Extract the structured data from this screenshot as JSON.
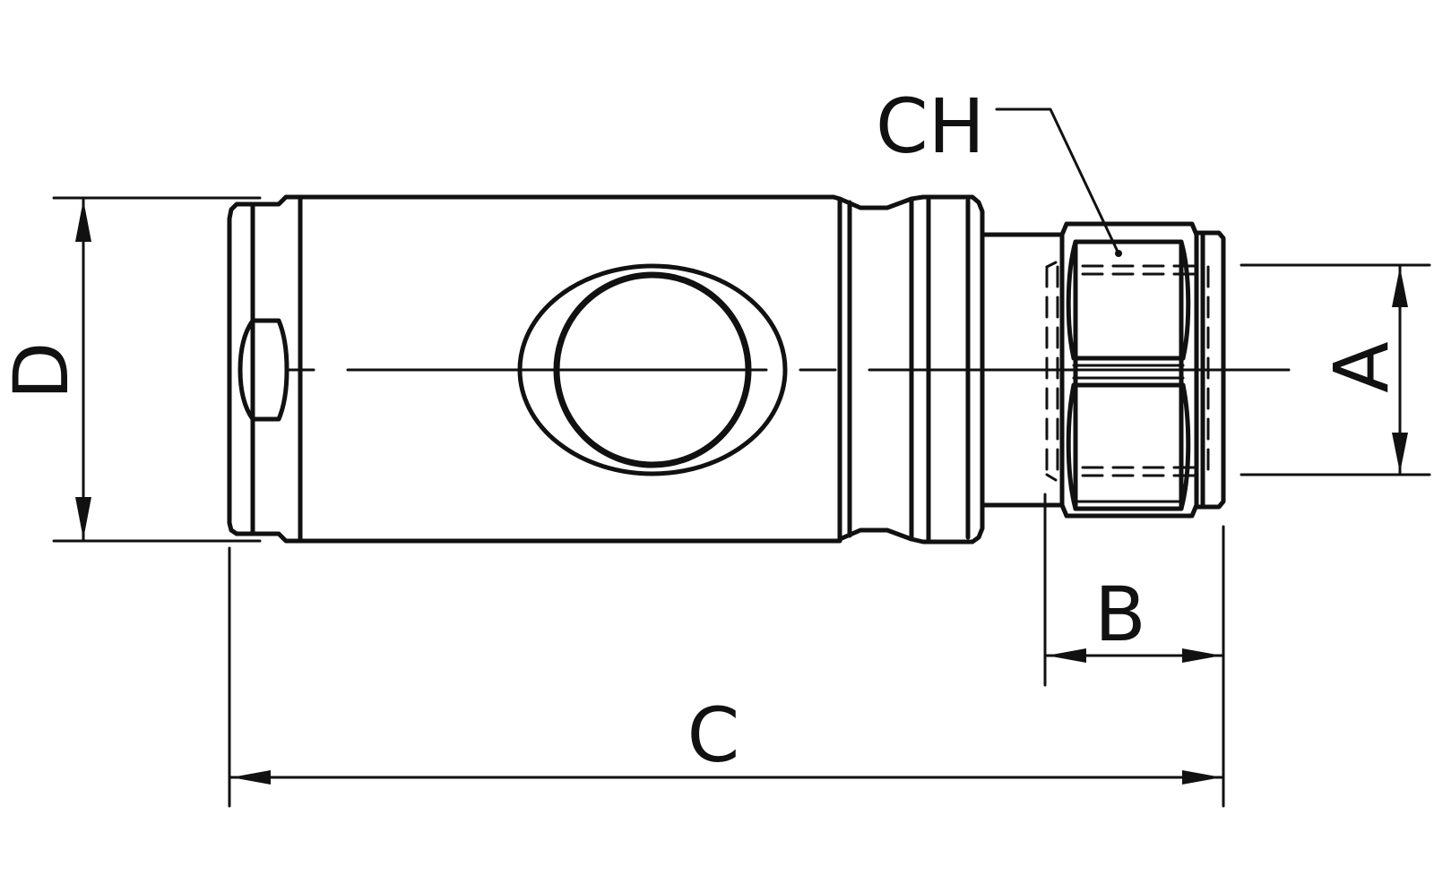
{
  "diagram": {
    "labels": {
      "ch": "CH",
      "d": "D",
      "a": "A",
      "b": "B",
      "c": "C"
    },
    "colors": {
      "stroke": "#111111",
      "background": "#ffffff"
    }
  }
}
